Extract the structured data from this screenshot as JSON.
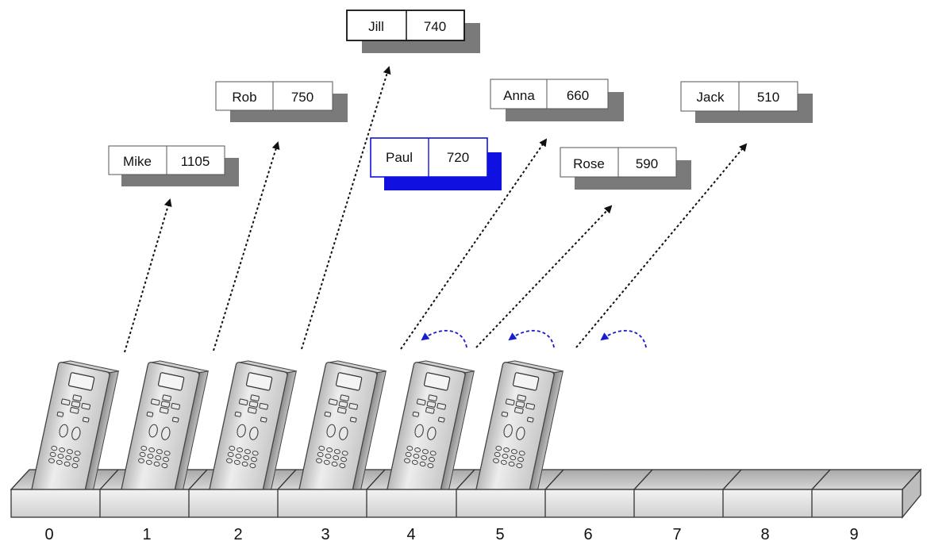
{
  "records": [
    {
      "name": "Mike",
      "value": "1105",
      "highlight": false
    },
    {
      "name": "Rob",
      "value": "750",
      "highlight": false
    },
    {
      "name": "Jill",
      "value": "740",
      "highlight": false
    },
    {
      "name": "Paul",
      "value": "720",
      "highlight": true
    },
    {
      "name": "Anna",
      "value": "660",
      "highlight": false
    },
    {
      "name": "Rose",
      "value": "590",
      "highlight": false
    },
    {
      "name": "Jack",
      "value": "510",
      "highlight": false
    }
  ],
  "slots": [
    "0",
    "1",
    "2",
    "3",
    "4",
    "5",
    "6",
    "7",
    "8",
    "9"
  ],
  "colors": {
    "highlight": "#1010e0",
    "shadow": "#7a7a7a",
    "pointer": "#111111",
    "shift_arrow": "#1a1ad0",
    "device_body": "#d9d9d9"
  },
  "icons": [
    "handheld-device-icon",
    "shift-left-arrow-icon"
  ]
}
